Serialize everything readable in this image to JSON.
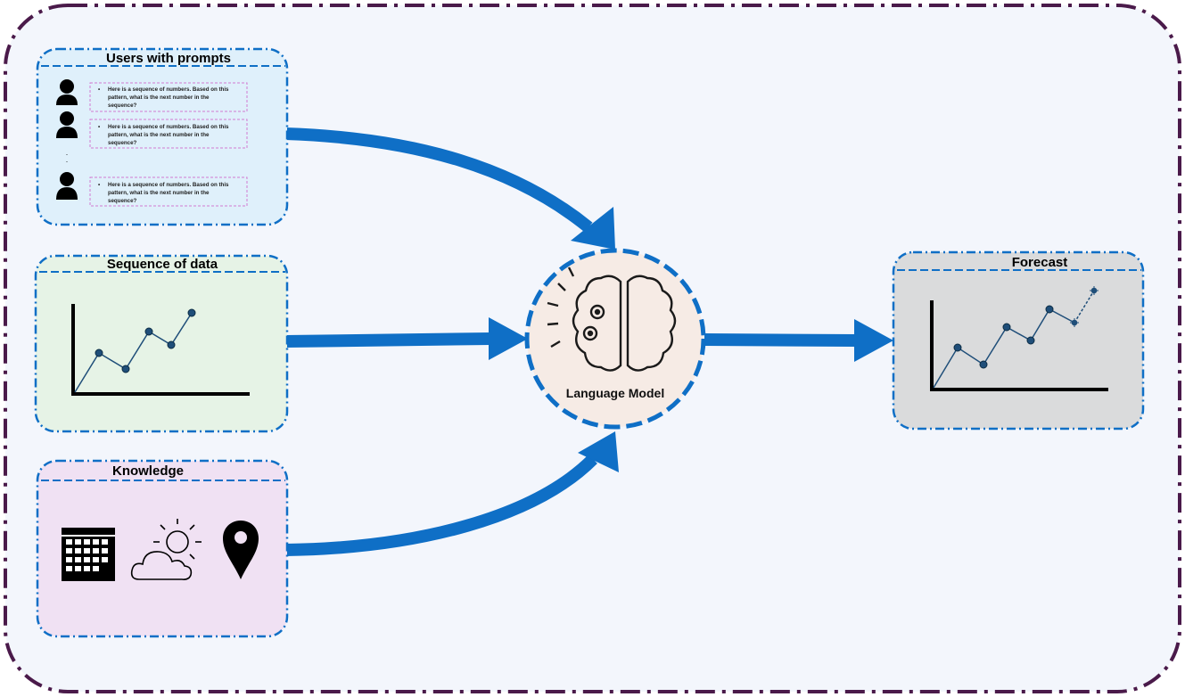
{
  "panels": {
    "users": {
      "title": "Users with prompts",
      "prompts": [
        [
          "Here is a sequence of numbers. Based on this",
          "pattern, what is the next number in the",
          "sequence?"
        ],
        [
          "Here is a sequence of numbers. Based on this",
          "pattern, what is the next number in the",
          "sequence?"
        ],
        [
          "Here is a sequence of numbers. Based on this",
          "pattern, what is the next number in the",
          "sequence?"
        ]
      ],
      "icons": [
        "user-icon",
        "user-icon",
        "user-icon"
      ]
    },
    "sequence": {
      "title": "Sequence of data"
    },
    "knowledge": {
      "title": "Knowledge",
      "icons": [
        "calendar-icon",
        "partly-cloudy-weather-icon",
        "location-pin-icon"
      ]
    },
    "forecast": {
      "title": "Forecast"
    }
  },
  "center": {
    "label": "Language Model",
    "icon": "brain-gears-icon"
  },
  "colors": {
    "outer_border": "#4a1a4a",
    "arrow": "#0f6fc6",
    "users_fill": "#dff0fb",
    "sequence_fill": "#e6f3e6",
    "knowledge_fill": "#f0e1f3",
    "forecast_fill": "#dadbdc",
    "center_fill": "#f6ebe5",
    "panel_border": "#0f6fc6",
    "chart_line": "#1f4e79"
  }
}
